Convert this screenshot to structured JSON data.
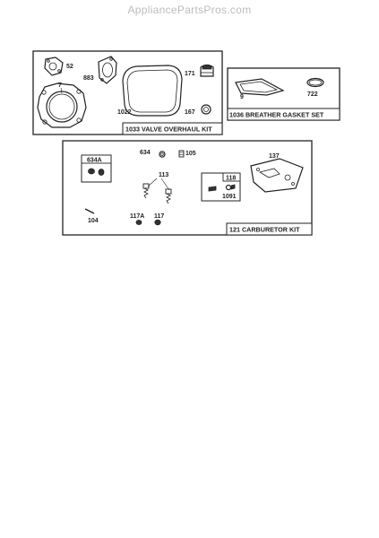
{
  "watermark": "AppliancePartsPros.com",
  "kits": [
    {
      "title": "1033 VALVE OVERHAUL KIT"
    },
    {
      "title": "1036 BREATHER GASKET SET"
    },
    {
      "title": "121 CARBURETOR KIT"
    }
  ],
  "labels": {
    "p52": "52",
    "p883": "883",
    "p7": "7",
    "p1022": "1022",
    "p171": "171",
    "p167": "167",
    "p9": "9",
    "p722": "722",
    "p634A": "634A",
    "p634": "634",
    "p105": "105",
    "p113": "113",
    "p118": "118",
    "p1091": "1091",
    "p137": "137",
    "p104": "104",
    "p117A": "117A",
    "p117": "117"
  }
}
